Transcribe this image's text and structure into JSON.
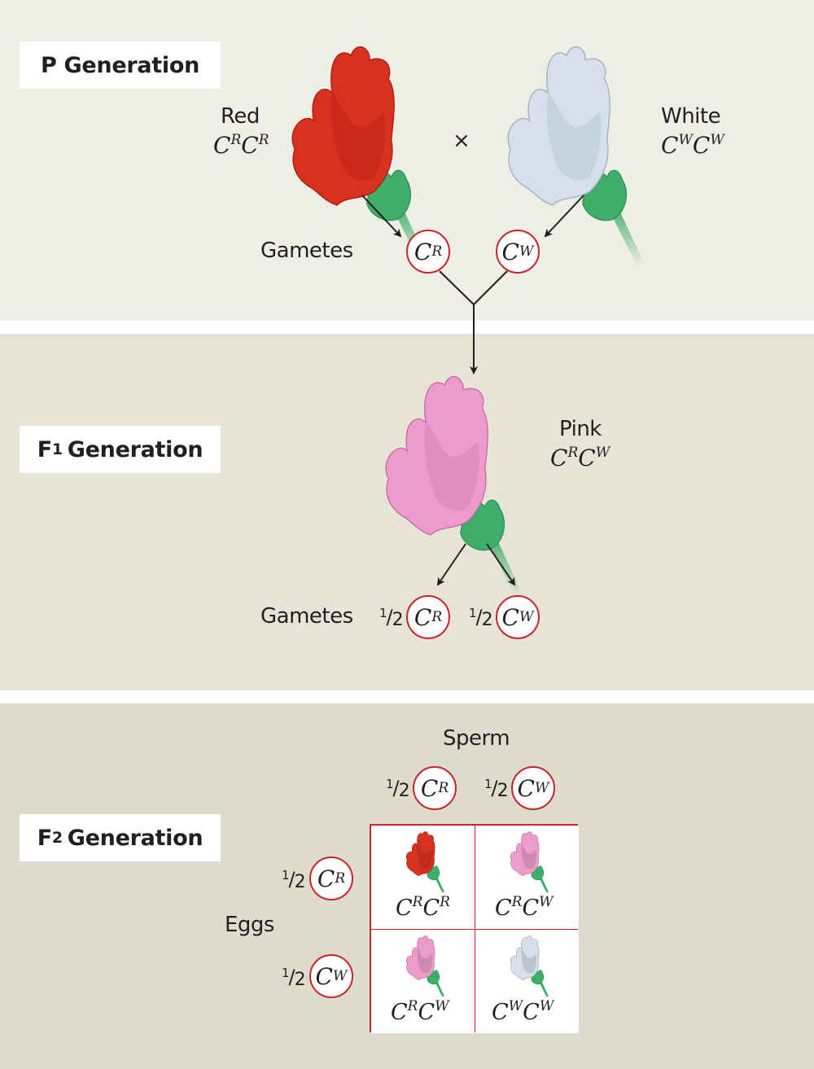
{
  "generations": {
    "p": {
      "label": "P Generation",
      "prefix": "P",
      "sub": ""
    },
    "f1": {
      "label_main": "F",
      "sub": "1",
      "label_rest": "Generation"
    },
    "f2": {
      "label_main": "F",
      "sub": "2",
      "label_rest": "Generation"
    }
  },
  "p_generation": {
    "cross_symbol": "×",
    "parent_red": {
      "phenotype": "Red",
      "genotype": {
        "a1": "C",
        "s1": "R",
        "a2": "C",
        "s2": "R"
      },
      "color": "#d9311f"
    },
    "parent_white": {
      "phenotype": "White",
      "genotype": {
        "a1": "C",
        "s1": "W",
        "a2": "C",
        "s2": "W"
      },
      "color": "#d5e0ea"
    },
    "gametes_label": "Gametes",
    "gametes": [
      {
        "base": "C",
        "sup": "R"
      },
      {
        "base": "C",
        "sup": "W"
      }
    ]
  },
  "f1_generation": {
    "offspring": {
      "phenotype": "Pink",
      "genotype": {
        "a1": "C",
        "s1": "R",
        "a2": "C",
        "s2": "W"
      },
      "color": "#ec9ccb"
    },
    "gametes_label": "Gametes",
    "gametes": [
      {
        "num": "1",
        "den": "2",
        "base": "C",
        "sup": "R"
      },
      {
        "num": "1",
        "den": "2",
        "base": "C",
        "sup": "W"
      }
    ]
  },
  "f2_generation": {
    "sperm_label": "Sperm",
    "eggs_label": "Eggs",
    "sperm": [
      {
        "num": "1",
        "den": "2",
        "base": "C",
        "sup": "R"
      },
      {
        "num": "1",
        "den": "2",
        "base": "C",
        "sup": "W"
      }
    ],
    "eggs": [
      {
        "num": "1",
        "den": "2",
        "base": "C",
        "sup": "R"
      },
      {
        "num": "1",
        "den": "2",
        "base": "C",
        "sup": "W"
      }
    ],
    "punnett": [
      {
        "a1": "C",
        "s1": "R",
        "a2": "C",
        "s2": "R",
        "color": "#d9311f",
        "phenotype": "red"
      },
      {
        "a1": "C",
        "s1": "R",
        "a2": "C",
        "s2": "W",
        "color": "#ec9ccb",
        "phenotype": "pink"
      },
      {
        "a1": "C",
        "s1": "R",
        "a2": "C",
        "s2": "W",
        "color": "#ec9ccb",
        "phenotype": "pink"
      },
      {
        "a1": "C",
        "s1": "W",
        "a2": "C",
        "s2": "W",
        "color": "#d5e0ea",
        "phenotype": "white"
      }
    ]
  },
  "colors": {
    "allele_ring": "#c8242b",
    "stem": "#3fae6a",
    "text": "#231f20"
  }
}
